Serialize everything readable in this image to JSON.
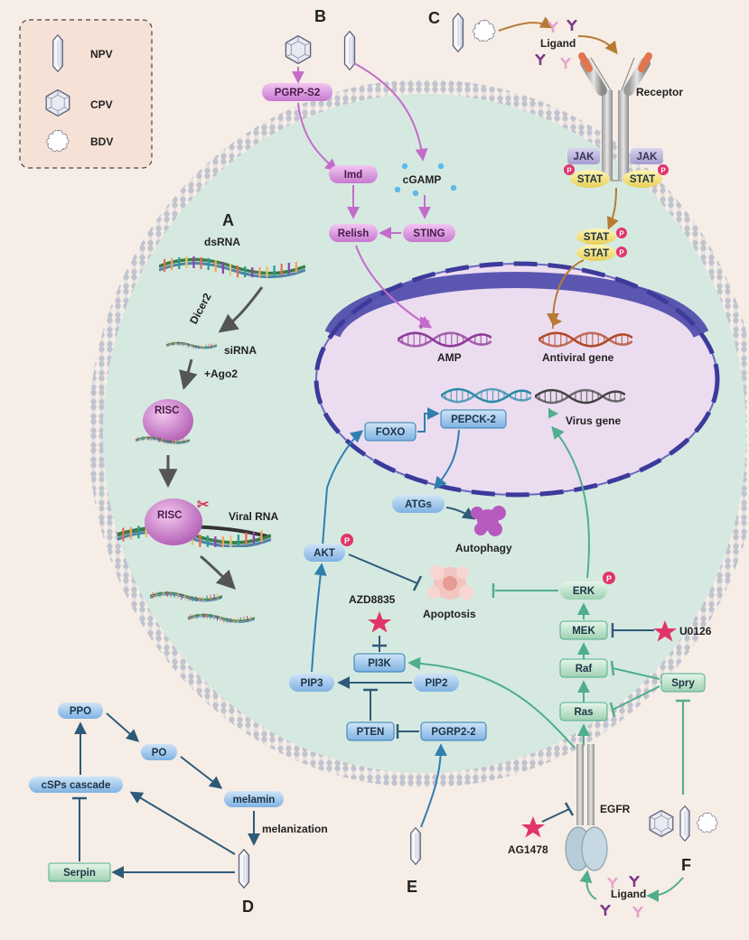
{
  "legend": {
    "items": [
      {
        "label": "NPV",
        "icon": "rod-icon"
      },
      {
        "label": "CPV",
        "icon": "hexagon-icon"
      },
      {
        "label": "BDV",
        "icon": "cloud-icon"
      }
    ]
  },
  "panels": {
    "A": "A",
    "B": "B",
    "C": "C",
    "D": "D",
    "E": "E",
    "F": "F"
  },
  "rnai": {
    "dsrna": "dsRNA",
    "dicer": "Dicer2",
    "sirna": "siRNA",
    "ago": "+Ago2",
    "risc": "RISC",
    "risc2": "RISC",
    "viral_rna": "Viral RNA"
  },
  "imd": {
    "pgrp": "PGRP-S2",
    "imd": "Imd",
    "cgamp": "cGAMP",
    "relish": "Relish",
    "sting": "STING"
  },
  "jakstat": {
    "ligand": "Ligand",
    "receptor": "Receptor",
    "jak_left": "JAK",
    "jak_right": "JAK",
    "stat_left": "STAT",
    "stat_right": "STAT",
    "stat_top": "STAT",
    "stat_bottom": "STAT",
    "p": "P"
  },
  "nucleus": {
    "amp": "AMP",
    "antiviral_gene": "Antiviral gene",
    "foxo": "FOXO",
    "pepck": "PEPCK-2",
    "virus_gene": "Virus gene"
  },
  "autophagy": {
    "atgs": "ATGs",
    "autophagy": "Autophagy",
    "apoptosis": "Apoptosis"
  },
  "pi3k": {
    "akt": "AKT",
    "azd": "AZD8835",
    "pi3k": "PI3K",
    "pip3": "PIP3",
    "pip2": "PIP2",
    "pten": "PTEN",
    "pgrp22": "PGRP2-2"
  },
  "egfr": {
    "erk": "ERK",
    "mek": "MEK",
    "u0126": "U0126",
    "raf": "Raf",
    "spry": "Spry",
    "ras": "Ras",
    "egfr": "EGFR",
    "ag1478": "AG1478",
    "ligand": "Ligand"
  },
  "melanization": {
    "ppo": "PPO",
    "po": "PO",
    "cssp": "cSPs cascade",
    "melamin": "melamin",
    "melanization": "melanization",
    "serpin": "Serpin"
  },
  "colors": {
    "background": "#f6ede6",
    "cytoplasm": "#d6e9e1",
    "nucleus": "#ecdcf0",
    "nuclear_envelope": "#3d3a9c",
    "blue_node": "#9fc7ee",
    "purple_node": "#d994e0",
    "phospho": "#e0356b",
    "inhibitor_star": "#e0356b",
    "teal_arrow": "#4fae8e",
    "blue_arrow": "#2f7fb0",
    "purple_arrow": "#c46cc9",
    "brown_arrow": "#b77a34"
  }
}
